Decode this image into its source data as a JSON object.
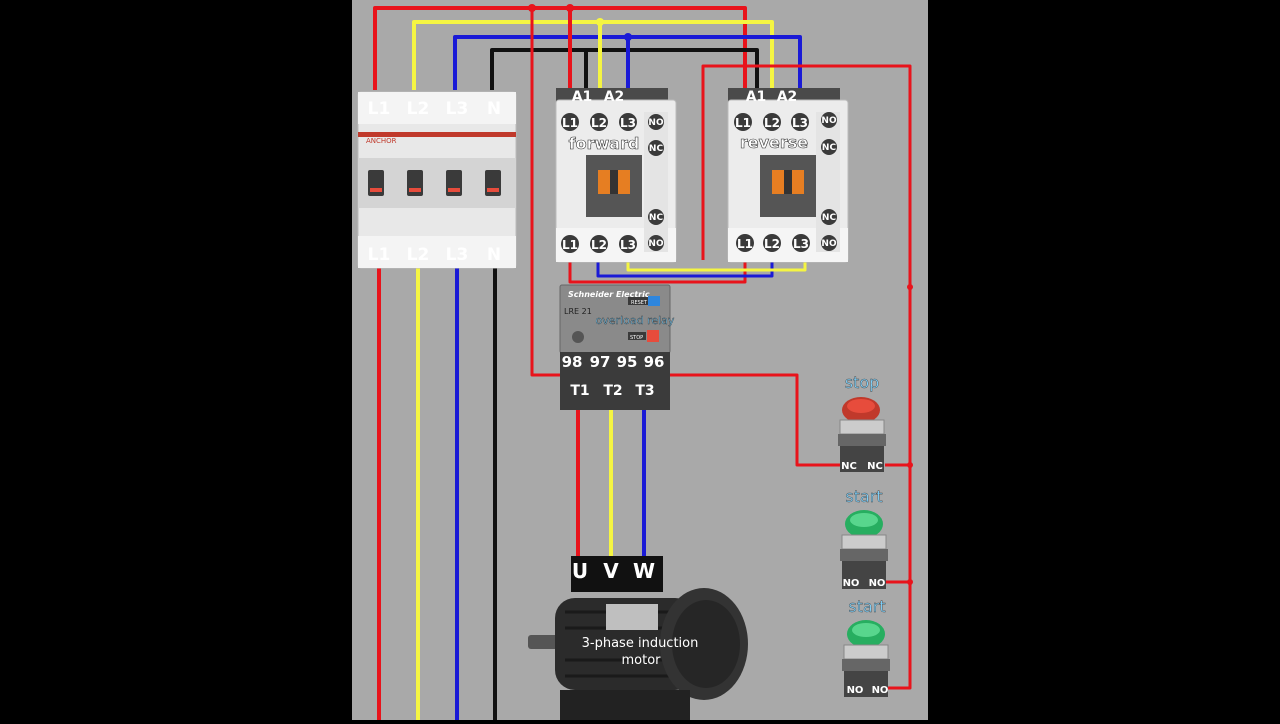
{
  "colors": {
    "background": "#a9a9a9",
    "phase_l1": "#e8131b",
    "phase_l2": "#f5f542",
    "phase_l3": "#1a1ad6",
    "neutral": "#111111",
    "label_accent": "#7fd4ff"
  },
  "breaker": {
    "top_terminals": [
      "L1",
      "L2",
      "L3",
      "N"
    ],
    "bottom_terminals": [
      "L1",
      "L2",
      "L3",
      "N"
    ],
    "brand": "ANCHOR"
  },
  "forward_contactor": {
    "label": "forward",
    "coil": [
      "A1",
      "A2"
    ],
    "top_terminals": [
      "L1",
      "L2",
      "L3"
    ],
    "bottom_terminals": [
      "L1",
      "L2",
      "L3"
    ],
    "aux_contacts": [
      "NO",
      "NC",
      "NC",
      "NO"
    ]
  },
  "reverse_contactor": {
    "label": "reverse",
    "coil": [
      "A1",
      "A2"
    ],
    "top_terminals": [
      "L1",
      "L2",
      "L3"
    ],
    "bottom_terminals": [
      "L1",
      "L2",
      "L3"
    ],
    "aux_contacts": [
      "NO",
      "NC",
      "NC",
      "NO"
    ]
  },
  "overload_relay": {
    "label": "overload relay",
    "brand": "Schneider Electric",
    "model": "LRE 21",
    "aux_terminals": [
      "98",
      "97",
      "95",
      "96"
    ],
    "output_terminals": [
      "T1",
      "T2",
      "T3"
    ],
    "reset_label": "RESET",
    "stop_label": "STOP"
  },
  "buttons": [
    {
      "label": "stop",
      "contacts": [
        "NC",
        "NC"
      ]
    },
    {
      "label": "start",
      "contacts": [
        "NO",
        "NO"
      ]
    },
    {
      "label": "start",
      "contacts": [
        "NO",
        "NO"
      ]
    }
  ],
  "motor": {
    "label_line1": "3-phase induction",
    "label_line2": "motor",
    "terminals": [
      "U",
      "V",
      "W"
    ]
  }
}
